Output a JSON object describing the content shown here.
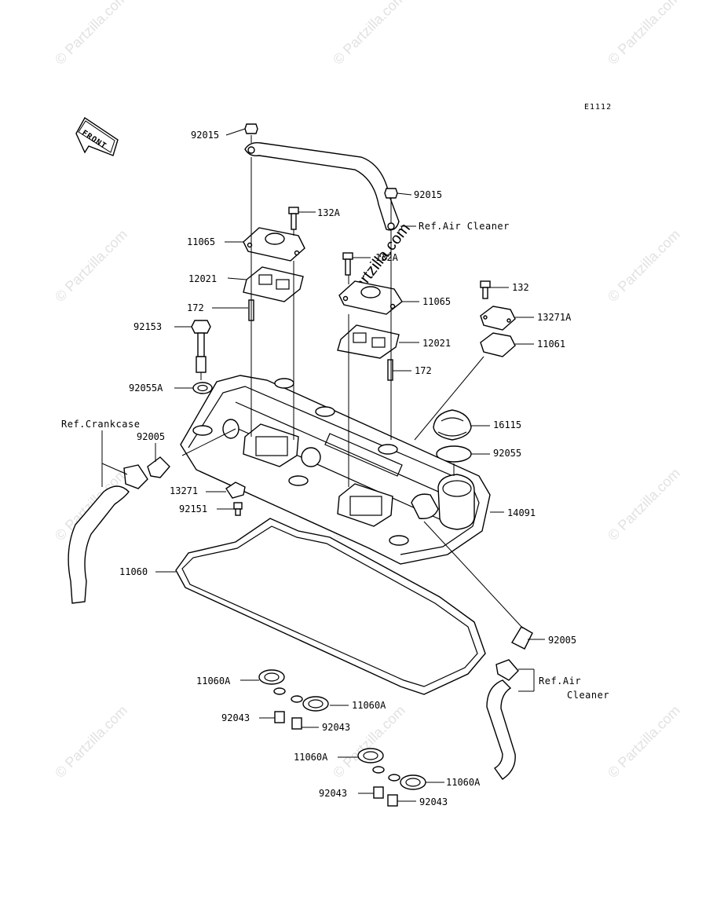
{
  "diagram": {
    "code": "E1112",
    "front_label": "FRONT",
    "watermark": "© Partzilla.com",
    "watermark_center": "©Partzilla.com",
    "labels": {
      "p92015_top": "92015",
      "p92015_right": "92015",
      "p132A_a": "132A",
      "p132A_b": "132A",
      "ref_air_cleaner_top": "Ref.Air Cleaner",
      "p11065_left": "11065",
      "p11065_right": "11065",
      "p12021_left": "12021",
      "p12021_right": "12021",
      "p172_left": "172",
      "p172_right": "172",
      "p132": "132",
      "p13271A": "13271A",
      "p11061": "11061",
      "p92153": "92153",
      "p92055A": "92055A",
      "ref_crankcase": "Ref.Crankcase",
      "p92005_left": "92005",
      "p16115": "16115",
      "p92055": "92055",
      "p13271": "13271",
      "p92151": "92151",
      "p14091": "14091",
      "p11060": "11060",
      "p92005_right": "92005",
      "ref_air_line1": "Ref.Air",
      "ref_air_line2": "Cleaner",
      "p11060A_1": "11060A",
      "p11060A_2": "11060A",
      "p92043_1": "92043",
      "p92043_2": "92043",
      "p11060A_3": "11060A",
      "p11060A_4": "11060A",
      "p92043_3": "92043",
      "p92043_4": "92043"
    }
  }
}
